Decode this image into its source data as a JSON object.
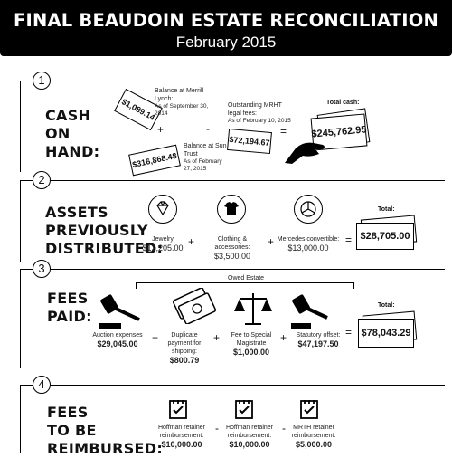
{
  "header": {
    "title": "FINAL BEAUDOIN ESTATE RECONCILIATION",
    "subtitle": "February 2015"
  },
  "section1": {
    "number": "1",
    "heading": [
      "CASH",
      "ON",
      "HAND:"
    ],
    "merrill_amount": "$1,089.14",
    "merrill_label": "Balance at Merrill Lynch:",
    "merrill_note": "As of September 30, 2014",
    "suntrust_amount": "$316,868.48",
    "suntrust_label": "Balance at Sun Trust",
    "suntrust_note": "As of February 27, 2015",
    "plus": "+",
    "minus": "-",
    "fees_label": "Outstanding MRHT legal fees:",
    "fees_note": "As of February 10, 2015",
    "fees_amount": "$72,194.67",
    "equals": "=",
    "total_label": "Total cash:",
    "total_amount": "$245,762.95"
  },
  "section2": {
    "number": "2",
    "heading": [
      "ASSETS",
      "PREVIOUSLY",
      "DISTRIBUTED:"
    ],
    "items": [
      {
        "label": "Jewelry",
        "value": "$12,205.00"
      },
      {
        "label": "Clothing & accessories:",
        "value": "$3,500.00"
      },
      {
        "label": "Mercedes convertible:",
        "value": "$13,000.00"
      }
    ],
    "plus": "+",
    "equals": "=",
    "total_label": "Total:",
    "total_amount": "$28,705.00"
  },
  "section3": {
    "number": "3",
    "heading": [
      "FEES",
      "PAID:"
    ],
    "owed_label": "Owed Estate",
    "items": [
      {
        "label": "Auction expenses",
        "value": "$29,045.00"
      },
      {
        "label": "Duplicate payment for shipping:",
        "value": "$800.79"
      },
      {
        "label": "Fee to Special Magistrate",
        "value": "$1,000.00"
      },
      {
        "label": "Statutory offset:",
        "value": "$47,197.50"
      }
    ],
    "plus": "+",
    "equals": "=",
    "total_label": "Total:",
    "total_amount": "$78,043.29"
  },
  "section4": {
    "number": "4",
    "heading": [
      "FEES",
      "TO BE",
      "REIMBURSED:"
    ],
    "items": [
      {
        "label": "Hoffman retainer reimbursement:",
        "value": "$10,000.00"
      },
      {
        "label": "Hoffman retainer reimbursement:",
        "value": "$10,000.00"
      },
      {
        "label": "MRTH retainer reimbursement:",
        "value": "$5,000.00"
      }
    ],
    "minus": "-"
  }
}
